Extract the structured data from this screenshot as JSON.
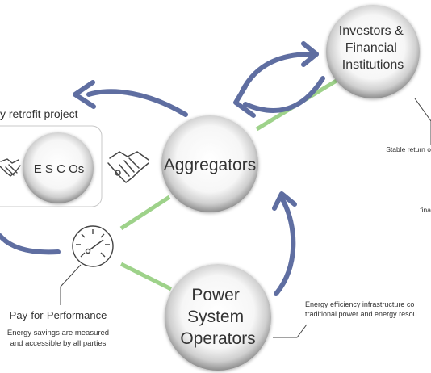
{
  "nodes": {
    "investors": {
      "lines": [
        "Investors &",
        "Financial",
        "Institutions"
      ]
    },
    "aggregators": {
      "label": "Aggregators"
    },
    "escos": {
      "label": "E S C Os"
    },
    "operators": {
      "lines": [
        "Power",
        "System",
        "Operators"
      ]
    }
  },
  "labels": {
    "retrofit_project": "y retrofit project",
    "stable_return": "Stable return o",
    "financing": "fina",
    "pay_for_performance": "Pay-for-Performance",
    "energy_savings_1": "Energy savings are measured",
    "energy_savings_2": "and accessible by all parties",
    "efficiency_infra_1": "Energy efficiency infrastructure co",
    "efficiency_infra_2": "traditional power and energy resou"
  },
  "icons": {
    "handshake_left": "handshake-icon",
    "handshake_right": "handshake-icon",
    "meter": "speedometer-icon"
  },
  "colors": {
    "arrow": "#5f6ea1",
    "link": "#9ed28a",
    "text": "#333333",
    "icon_stroke": "#444444"
  }
}
